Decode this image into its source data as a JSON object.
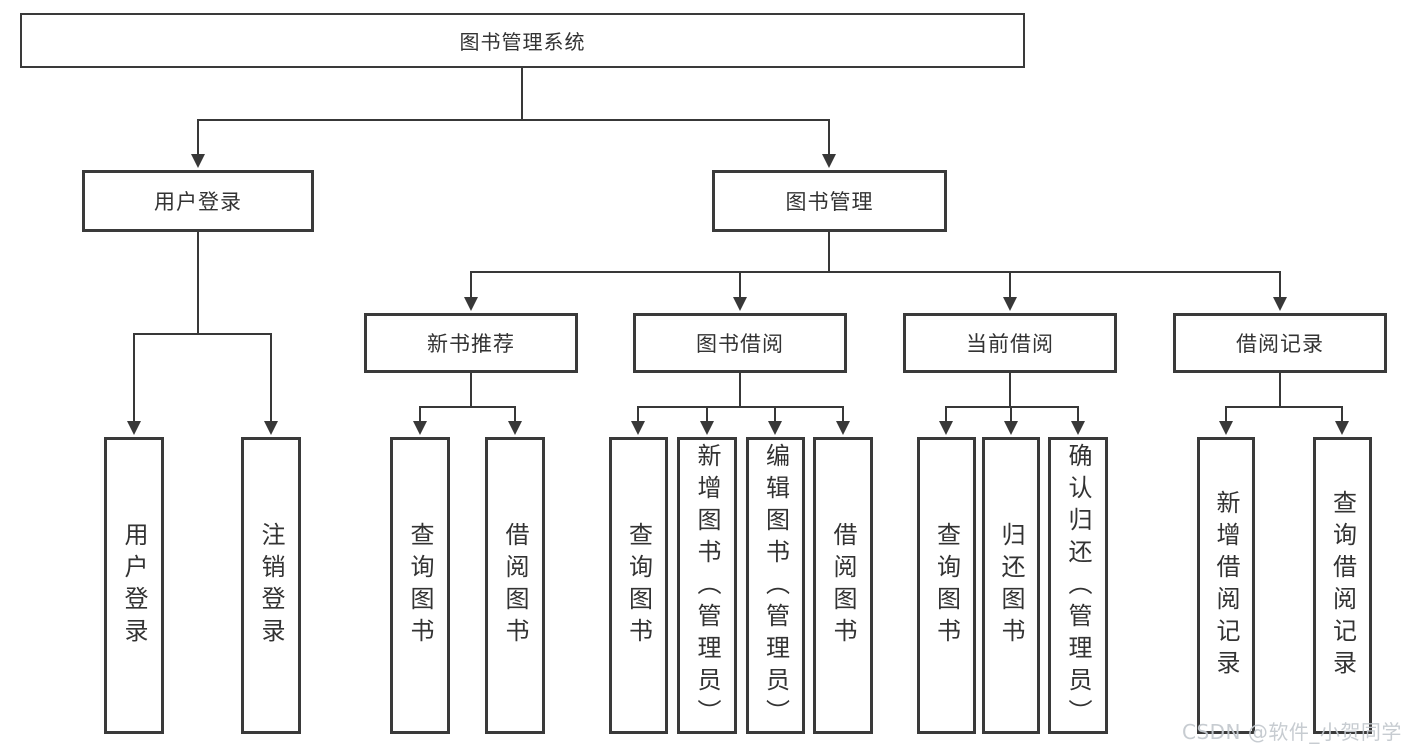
{
  "tree": {
    "root": "图书管理系统",
    "branches": [
      {
        "label": "用户登录",
        "children": [
          {
            "label": "用户登录"
          },
          {
            "label": "注销登录"
          }
        ]
      },
      {
        "label": "图书管理",
        "children": [
          {
            "label": "新书推荐",
            "children": [
              {
                "label": "查询图书"
              },
              {
                "label": "借阅图书"
              }
            ]
          },
          {
            "label": "图书借阅",
            "children": [
              {
                "label": "查询图书"
              },
              {
                "label": "新增图书（管理员）"
              },
              {
                "label": "编辑图书（管理员）"
              },
              {
                "label": "借阅图书"
              }
            ]
          },
          {
            "label": "当前借阅",
            "children": [
              {
                "label": "查询图书"
              },
              {
                "label": "归还图书"
              },
              {
                "label": "确认归还（管理员）"
              }
            ]
          },
          {
            "label": "借阅记录",
            "children": [
              {
                "label": "新增借阅记录"
              },
              {
                "label": "查询借阅记录"
              }
            ]
          }
        ]
      }
    ]
  },
  "watermark": {
    "text": "CSDN @软件_小贺同学",
    "color": "#c4c9cf"
  },
  "colors": {
    "background": "#ffffff",
    "line": "#383838",
    "box_border": "#3a3a3a",
    "text": "#333333"
  }
}
